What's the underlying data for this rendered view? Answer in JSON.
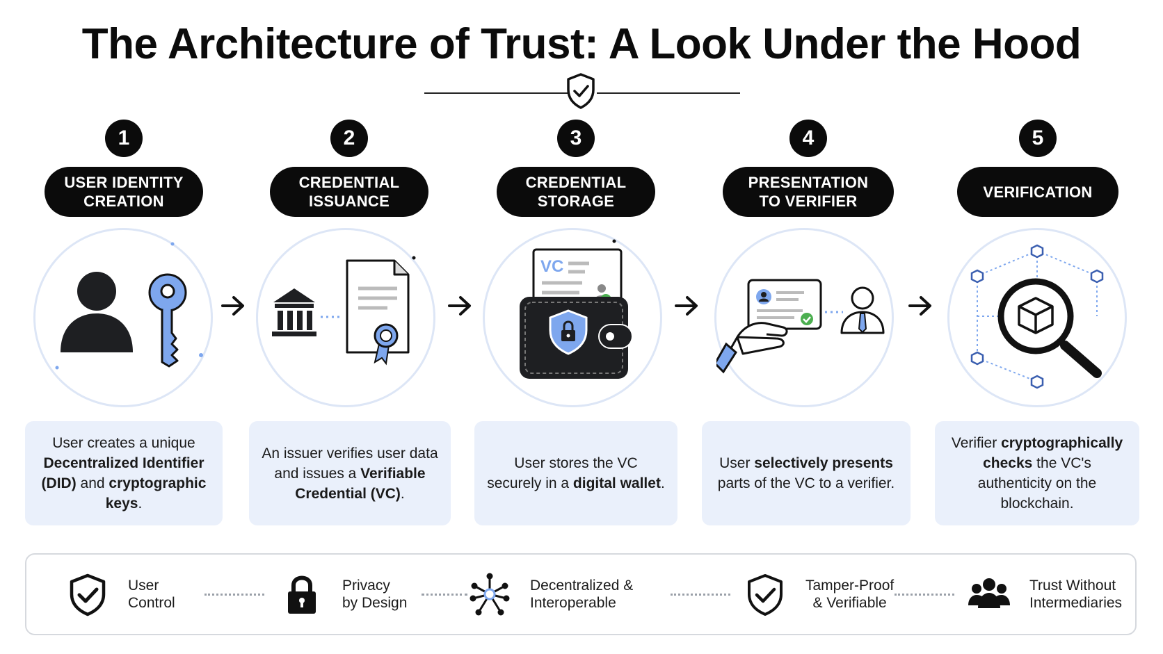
{
  "title": "The Architecture of Trust: A Look Under the Hood",
  "steps": [
    {
      "num": "1",
      "label": "USER IDENTITY CREATION",
      "desc": [
        "User creates a unique ",
        {
          "b": "Decentralized Identifier (DID)"
        },
        " and ",
        {
          "b": "cryptographic keys"
        },
        "."
      ]
    },
    {
      "num": "2",
      "label": "CREDENTIAL ISSUANCE",
      "desc": [
        "An issuer verifies user data and issues a ",
        {
          "b": "Verifiable Credential (VC)"
        },
        "."
      ]
    },
    {
      "num": "3",
      "label": "CREDENTIAL STORAGE",
      "desc": [
        "User stores the VC securely in a ",
        {
          "b": "digital wallet"
        },
        "."
      ]
    },
    {
      "num": "4",
      "label": "PRESENTATION TO VERIFIER",
      "desc": [
        "User ",
        {
          "b": "selectively presents"
        },
        " parts of the VC to a verifier."
      ]
    },
    {
      "num": "5",
      "label": "VERIFICATION",
      "desc": [
        "Verifier ",
        {
          "b": "cryptographically checks"
        },
        " the VC's authenticity on the blockchain."
      ]
    }
  ],
  "vc_label": "VC",
  "features": [
    {
      "icon": "shield-check-icon",
      "label_line1": "User",
      "label_line2": "Control"
    },
    {
      "icon": "padlock-icon",
      "label_line1": "Privacy",
      "label_line2": "by Design"
    },
    {
      "icon": "network-icon",
      "label_line1": "Decentralized &",
      "label_line2": "Interoperable"
    },
    {
      "icon": "shield-check-icon",
      "label_line1": "Tamper-Proof",
      "label_line2": "& Verifiable"
    },
    {
      "icon": "people-group-icon",
      "label_line1": "Trust Without",
      "label_line2": "Intermediaries"
    }
  ],
  "colors": {
    "accent": "#7ea7ee",
    "ink": "#0b0b0b",
    "panel": "#eaf0fb",
    "success": "#4caf50"
  }
}
